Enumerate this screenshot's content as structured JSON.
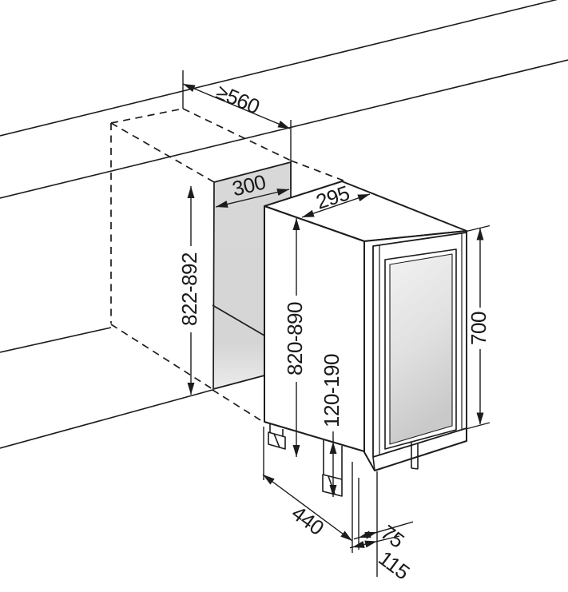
{
  "diagram": {
    "kind": "built-in appliance installation dimension drawing",
    "units_hint": "mm",
    "dimensions": {
      "niche_depth": "≥560",
      "niche_width": "300",
      "appliance_width": "295",
      "niche_height": "822-892",
      "appliance_height": "820-890",
      "plinth_height": "120-190",
      "door_glass_height": "700",
      "appliance_depth": "440",
      "plinth_recess": "75",
      "door_total_depth": "115"
    },
    "colors": {
      "line": "#1c1c1c",
      "niche_panel": "#d8d8d8",
      "glass_top": "#f2f2f2",
      "glass_bottom": "#c9c9c9",
      "background": "#ffffff"
    }
  }
}
